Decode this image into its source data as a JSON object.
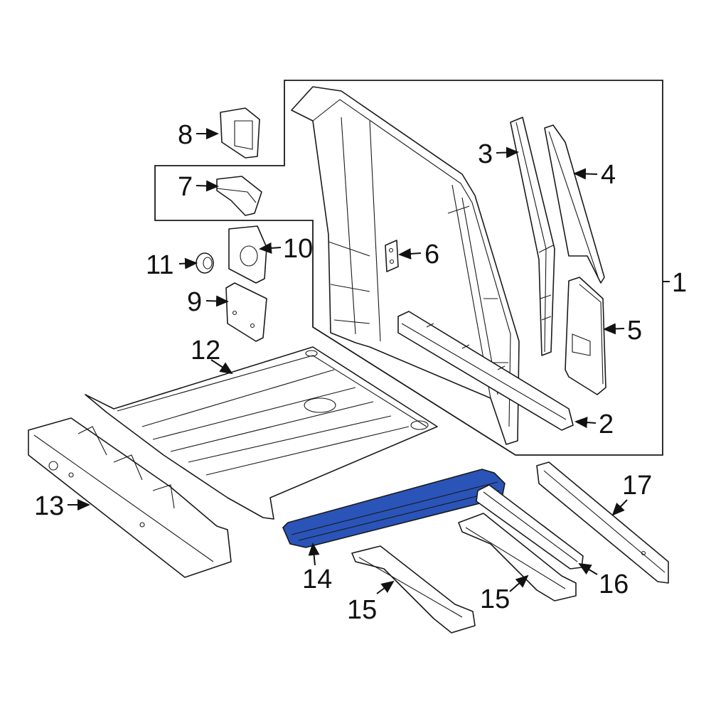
{
  "diagram": {
    "highlight_color": "#2a54b8",
    "outline_color": "#1a1a1a",
    "callouts": {
      "c1": "1",
      "c2": "2",
      "c3": "3",
      "c4": "4",
      "c5": "5",
      "c6": "6",
      "c7": "7",
      "c8": "8",
      "c9": "9",
      "c10": "10",
      "c11": "11",
      "c12": "12",
      "c13": "13",
      "c14": "14",
      "c15a": "15",
      "c15b": "15",
      "c16": "16",
      "c17": "17"
    },
    "highlighted_part": "14"
  }
}
